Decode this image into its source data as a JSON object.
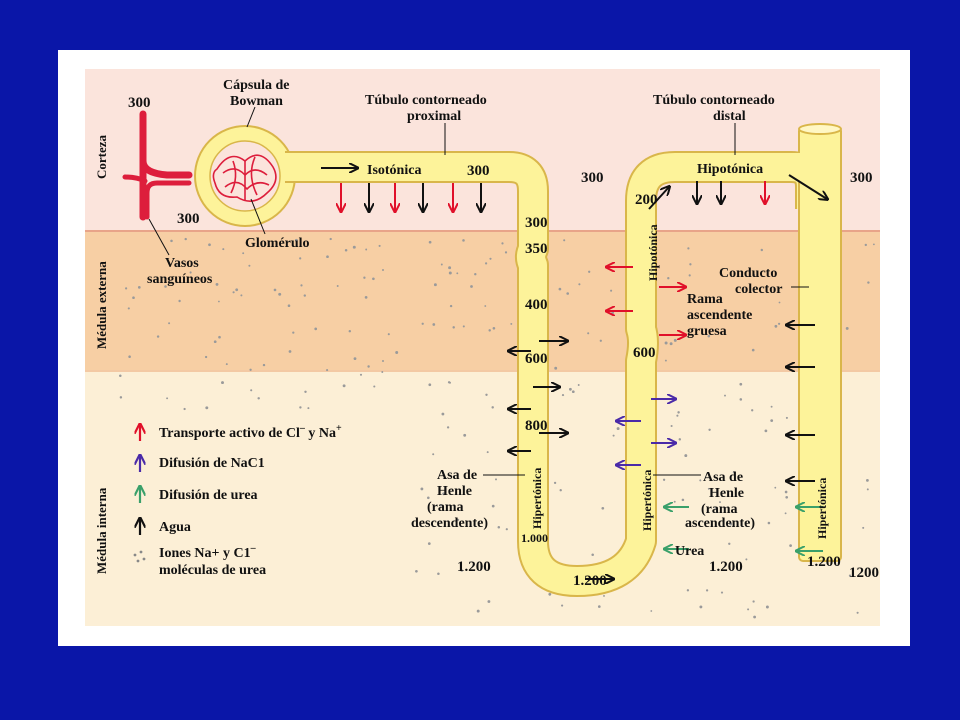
{
  "colors": {
    "background": "#0a16a8",
    "cortex": "#fbe4dc",
    "outer_medulla": "#f7cfa4",
    "inner_medulla": "#fcefd6",
    "tubule": "#fdf39a",
    "tubule_border": "#d9b64a",
    "vessel": "#dd1e3c",
    "active_transport": "#e0102a",
    "nacl_diffusion": "#4a2aa8",
    "urea_diffusion": "#3aa06a",
    "water": "#111111"
  },
  "zones": {
    "cortex": "Corteza",
    "outer_medulla": "Médula externa",
    "inner_medulla": "Médula interna"
  },
  "labels": {
    "bowman_line1": "Cápsula de",
    "bowman_line2": "Bowman",
    "proximal_line1": "Túbulo contorneado",
    "proximal_line2": "proximal",
    "distal_line1": "Túbulo contorneado",
    "distal_line2": "distal",
    "isotonic": "Isotónica",
    "hypotonic_top": "Hipotónica",
    "hypotonic_vertical": "Hipotónica",
    "glomerulus": "Glomérulo",
    "vessels_line1": "Vasos",
    "vessels_line2": "sanguíneos",
    "collector_line1": "Conducto",
    "collector_line2": "colector",
    "thick_line1": "Rama",
    "thick_line2": "ascendente",
    "thick_line3": "gruesa",
    "henle_desc_line1": "Asa de",
    "henle_desc_line2": "Henle",
    "henle_desc_line3": "(rama",
    "henle_desc_line4": "descendente)",
    "henle_asc_line1": "Asa de",
    "henle_asc_line2": "Henle",
    "henle_asc_line3": "(rama",
    "henle_asc_line4": "ascendente)",
    "hypertonic_desc": "Hipertónica",
    "hypertonic_asc": "Hipertónica",
    "hypertonic_collector": "Hipertónica",
    "urea": "Urea"
  },
  "osmolarity": {
    "artery": "300",
    "capsule": "300",
    "proximal": "300",
    "cortex_mid": "300",
    "cortex_right": "300",
    "desc_300": "300",
    "desc_350": "350",
    "desc_400": "400",
    "desc_600": "600",
    "desc_800": "800",
    "desc_1000": "1.000",
    "asc_200": "200",
    "asc_600": "600",
    "bottom_left": "1.200",
    "bottom_loop": "1.200",
    "bottom_mid": "1.200",
    "collector_bottom": "1.200",
    "collector_right": "1200"
  },
  "legend": {
    "active_transport": "Transporte activo de Cl",
    "active_transport_sup1": "–",
    "active_transport_mid": " y Na",
    "active_transport_sup2": "+",
    "nacl": "Difusión de NaC1",
    "urea": "Difusión de urea",
    "water": "Agua",
    "ions_line1": "Iones Na+ y C1",
    "ions_sup": "–",
    "ions_line2": "moléculas de urea"
  },
  "icons": {
    "active_transport": "red-arrow-icon",
    "nacl": "purple-arrow-icon",
    "urea": "green-arrow-icon",
    "water": "black-arrow-icon",
    "ions": "dot-icon"
  }
}
